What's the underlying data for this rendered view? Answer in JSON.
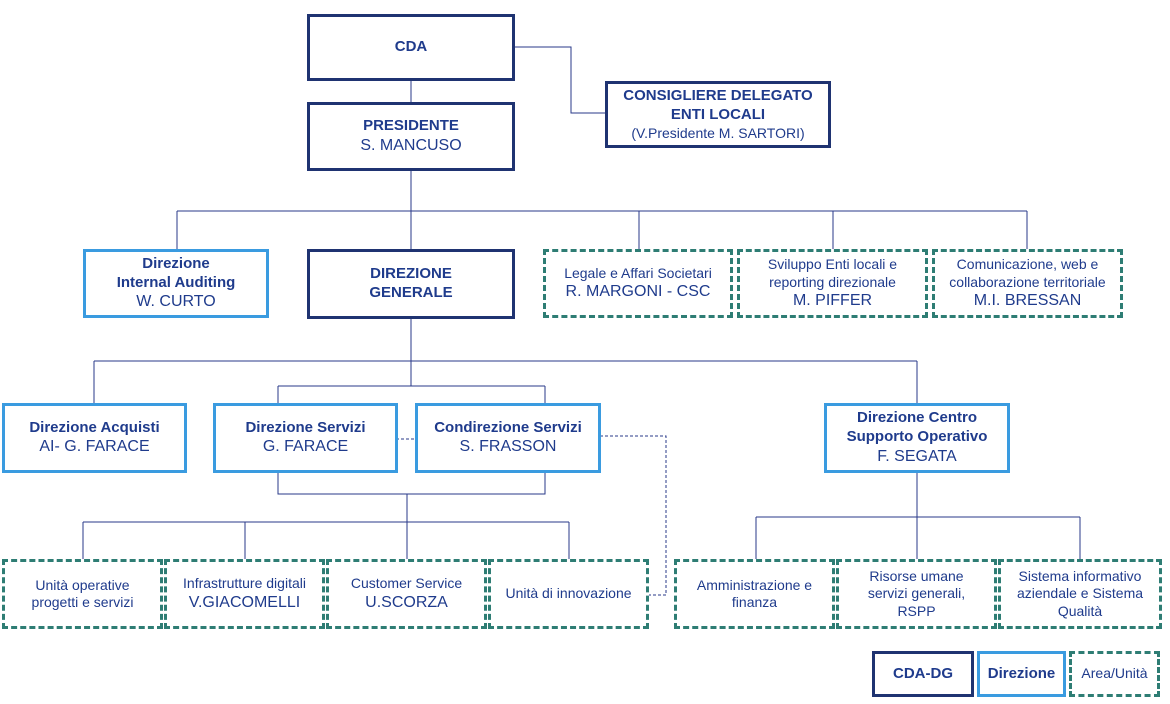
{
  "boxes": {
    "cda": {
      "title": "CDA"
    },
    "consigliere": {
      "title1": "CONSIGLIERE DELEGATO",
      "title2": "ENTI LOCALI",
      "name": "(V.Presidente  M. SARTORI)"
    },
    "presidente": {
      "title": "PRESIDENTE",
      "name": "S. MANCUSO"
    },
    "internal_auditing": {
      "title1": "Direzione",
      "title2": "Internal Auditing",
      "name": "W. CURTO"
    },
    "direzione_generale": {
      "title1": "DIREZIONE",
      "title2": "GENERALE"
    },
    "legale": {
      "title": "Legale e Affari Societari",
      "name": "R. MARGONI - CSC"
    },
    "sviluppo": {
      "title1": "Sviluppo Enti locali e",
      "title2": "reporting direzionale",
      "name": "M. PIFFER"
    },
    "comunicazione": {
      "title1": "Comunicazione, web e",
      "title2": "collaborazione territoriale",
      "name": "M.I. BRESSAN"
    },
    "acquisti": {
      "title": "Direzione Acquisti",
      "name": "AI- G. FARACE"
    },
    "servizi": {
      "title": "Direzione Servizi",
      "name": "G. FARACE"
    },
    "condirezione": {
      "title": "Condirezione Servizi",
      "name": "S. FRASSON"
    },
    "centro_supporto": {
      "title1": "Direzione Centro",
      "title2": "Supporto Operativo",
      "name": "F. SEGATA"
    },
    "unita_operative": {
      "title1": "Unità operative",
      "title2": "progetti e servizi"
    },
    "infrastrutture": {
      "title": "Infrastrutture digitali",
      "name": "V.GIACOMELLI"
    },
    "customer": {
      "title": "Customer Service",
      "name": "U.SCORZA"
    },
    "innovazione": {
      "title": "Unità di innovazione"
    },
    "amministrazione": {
      "title1": "Amministrazione e",
      "title2": "finanza"
    },
    "risorse": {
      "title1": "Risorse umane",
      "title2": "servizi generali,",
      "title3": "RSPP"
    },
    "sistema": {
      "title1": "Sistema informativo",
      "title2": "aziendale e Sistema",
      "title3": "Qualità"
    }
  },
  "legend": {
    "cda_dg": "CDA-DG",
    "direzione": "Direzione",
    "area": "Area/Unità"
  },
  "colors": {
    "cda_border": "#1f3371",
    "direzione_border": "#3a9be0",
    "area_border": "#2e7d74",
    "text": "#1f3b8c",
    "line": "#2a3a8a"
  }
}
